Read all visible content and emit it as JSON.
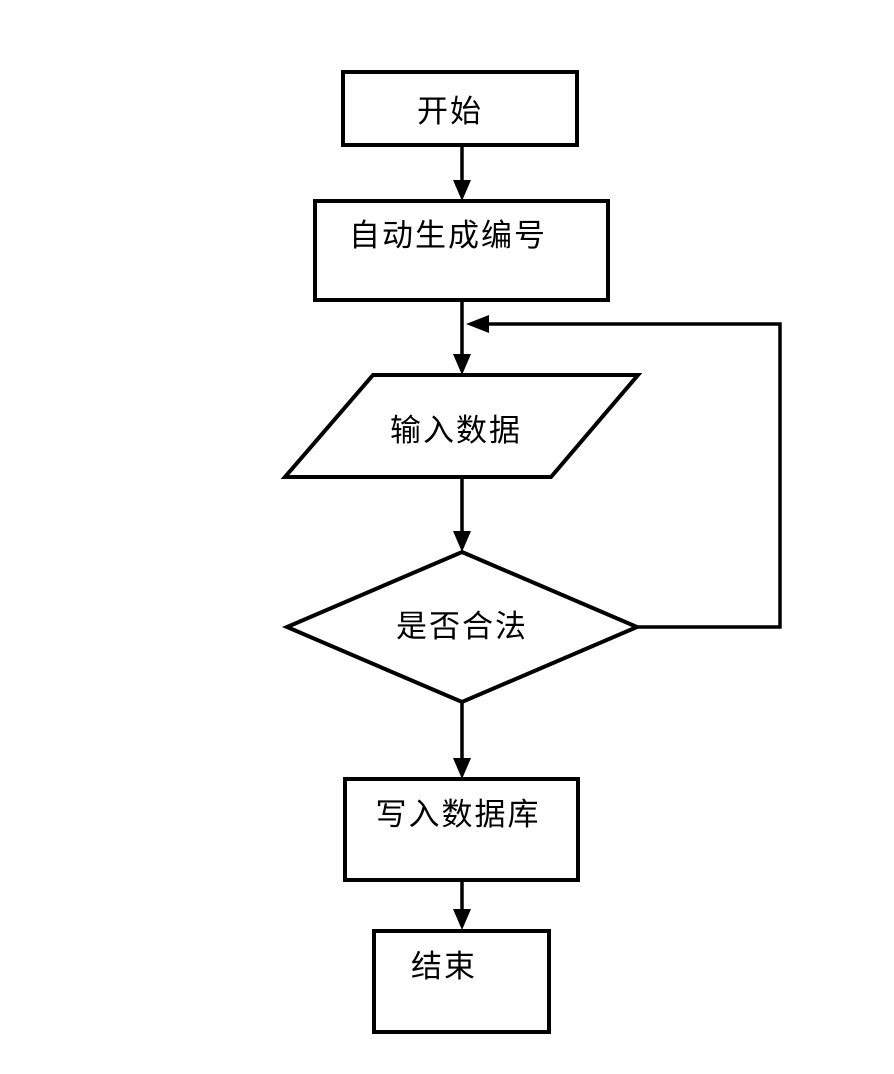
{
  "diagram": {
    "type": "flowchart",
    "background_color": "#ffffff",
    "line_color": "#000000",
    "text_color": "#000000",
    "nodes": [
      {
        "id": "start",
        "shape": "rectangle",
        "label": "开始"
      },
      {
        "id": "auto-generate-id",
        "shape": "rectangle",
        "label": "自动生成编号"
      },
      {
        "id": "input-data",
        "shape": "parallelogram",
        "label": "输入数据"
      },
      {
        "id": "validity-check",
        "shape": "diamond",
        "label": "是否合法"
      },
      {
        "id": "write-database",
        "shape": "rectangle",
        "label": "写入数据库"
      },
      {
        "id": "end",
        "shape": "rectangle",
        "label": "结束"
      }
    ],
    "edges": [
      {
        "from": "start",
        "to": "auto-generate-id",
        "label": ""
      },
      {
        "from": "auto-generate-id",
        "to": "input-data",
        "label": ""
      },
      {
        "from": "input-data",
        "to": "validity-check",
        "label": ""
      },
      {
        "from": "validity-check",
        "to": "write-database",
        "label": ""
      },
      {
        "from": "write-database",
        "to": "end",
        "label": ""
      },
      {
        "from": "validity-check",
        "to": "input-data",
        "label": "",
        "note": "loop-back via right side"
      }
    ]
  }
}
